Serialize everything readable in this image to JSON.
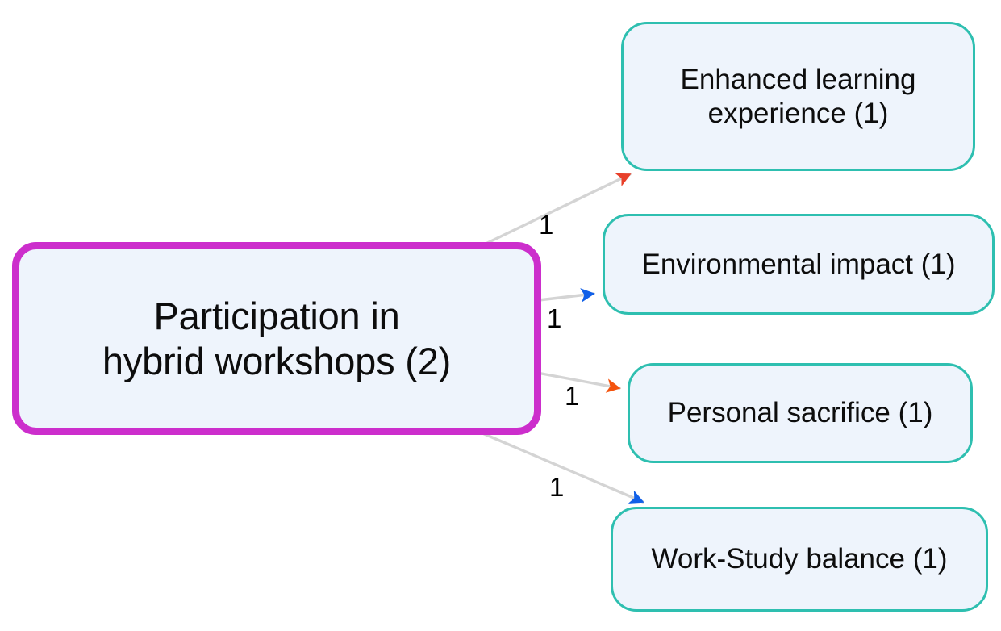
{
  "diagram": {
    "type": "mind-map",
    "background_color": "#ffffff",
    "root": {
      "id": "root",
      "label": "Participation in\nhybrid workshops (2)",
      "count": 2,
      "border_color": "#cc2ecc",
      "fill_color": "#eef4fc",
      "text_color": "#0d0d0d"
    },
    "children": [
      {
        "id": "enhanced-learning-experience",
        "label": "Enhanced learning\nexperience (1)",
        "count": 1,
        "border_color": "#2ebfb0",
        "fill_color": "#eef4fc",
        "text_color": "#0d0d0d"
      },
      {
        "id": "environmental-impact",
        "label": "Environmental impact (1)",
        "count": 1,
        "border_color": "#2ebfb0",
        "fill_color": "#eef4fc",
        "text_color": "#0d0d0d"
      },
      {
        "id": "personal-sacrifice",
        "label": "Personal sacrifice (1)",
        "count": 1,
        "border_color": "#2ebfb0",
        "fill_color": "#eef4fc",
        "text_color": "#0d0d0d"
      },
      {
        "id": "work-study-balance",
        "label": "Work-Study balance (1)",
        "count": 1,
        "border_color": "#2ebfb0",
        "fill_color": "#eef4fc",
        "text_color": "#0d0d0d"
      }
    ],
    "edges": [
      {
        "from": "root",
        "to": "enhanced-learning-experience",
        "label": "1",
        "line_color": "#d4d4d4",
        "arrow_color": "#e8402a"
      },
      {
        "from": "root",
        "to": "environmental-impact",
        "label": "1",
        "line_color": "#d4d4d4",
        "arrow_color": "#1160e8"
      },
      {
        "from": "root",
        "to": "personal-sacrifice",
        "label": "1",
        "line_color": "#d4d4d4",
        "arrow_color": "#f4530d"
      },
      {
        "from": "root",
        "to": "work-study-balance",
        "label": "1",
        "line_color": "#d4d4d4",
        "arrow_color": "#1160e8"
      }
    ]
  }
}
